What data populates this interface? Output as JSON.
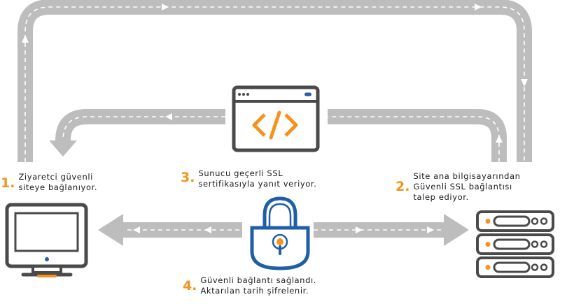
{
  "colors": {
    "path_gray": "#bdbdbd",
    "dash_white": "#ffffff",
    "icon_dark": "#4a4a4a",
    "accent_orange": "#f5931e",
    "lock_blue": "#1f5fa8",
    "screen_blue": "#2a5ea8"
  },
  "steps": [
    {
      "number": "1.",
      "line1": "Ziyaretci güvenli",
      "line2": "siteye bağlanıyor."
    },
    {
      "number": "2.",
      "line1": "Site ana bilgisayarından",
      "line2": "Güvenli SSL bağlantısı",
      "line3": "talep ediyor."
    },
    {
      "number": "3.",
      "line1": "Sunucu geçerli SSL",
      "line2": "sertifikasıyla yanıt veriyor."
    },
    {
      "number": "4.",
      "line1": "Güvenli bağlantı sağlandı.",
      "line2": "Aktarılan tarih şifrelenir."
    }
  ],
  "icons": {
    "monitor": "monitor-icon",
    "server": "server-icon",
    "browser": "code-browser-icon",
    "lock": "padlock-icon"
  }
}
